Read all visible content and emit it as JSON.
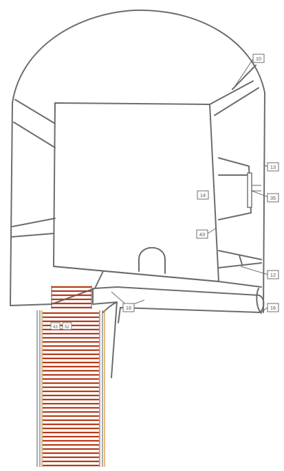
{
  "callouts": [
    {
      "id": "c10",
      "label": "10"
    },
    {
      "id": "c13",
      "label": "13"
    },
    {
      "id": "c14",
      "label": "14"
    },
    {
      "id": "c35",
      "label": "35"
    },
    {
      "id": "c43",
      "label": "43"
    },
    {
      "id": "c12",
      "label": "12"
    },
    {
      "id": "c16a",
      "label": "16"
    },
    {
      "id": "c16b",
      "label": "16"
    }
  ],
  "small_labels": [
    {
      "id": "s1",
      "label": "43"
    },
    {
      "id": "s2",
      "label": "52"
    }
  ],
  "colors": {
    "outline": "#6b6b6b",
    "ladder_rungs": "#b53a1a",
    "ladder_side": "#d58b2a"
  }
}
